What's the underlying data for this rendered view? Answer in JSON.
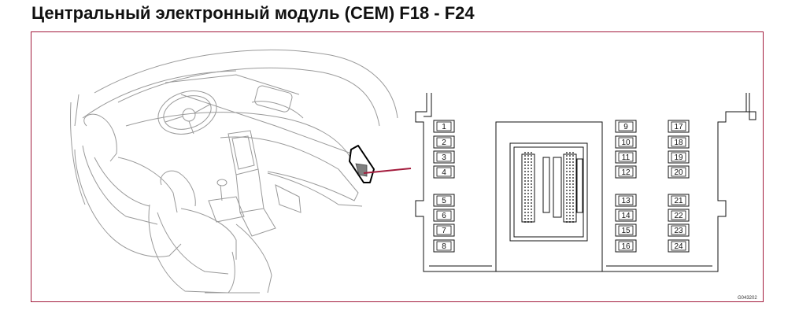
{
  "header": {
    "title": "Центральный электронный модуль (CEM) F18 - F24"
  },
  "figure_code": "G043202",
  "accent_color": "#a31b3c",
  "fuses": {
    "col_a": [
      "1",
      "2",
      "3",
      "4",
      "5",
      "6",
      "7",
      "8"
    ],
    "col_b": [
      "9",
      "10",
      "11",
      "12",
      "13",
      "14",
      "15",
      "16"
    ],
    "col_c": [
      "17",
      "18",
      "19",
      "20",
      "21",
      "22",
      "23",
      "24"
    ]
  }
}
